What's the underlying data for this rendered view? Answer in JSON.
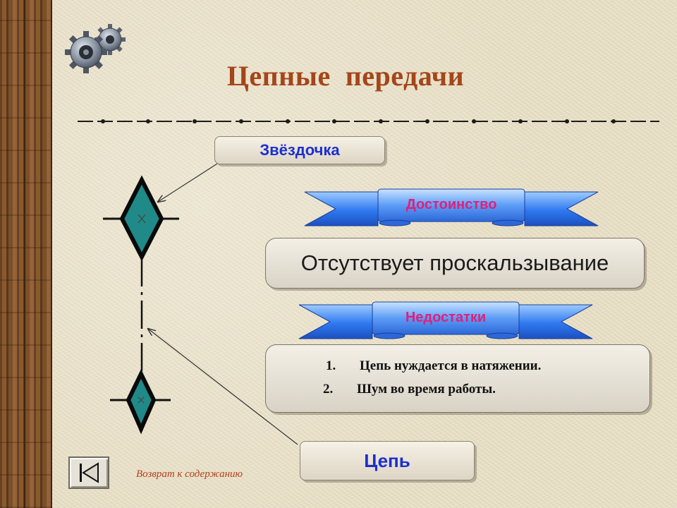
{
  "slide": {
    "title": "Цепные  передачи",
    "sprocket_label": "Звёздочка",
    "chain_label": "Цепь",
    "advantage_heading": "Достоинство",
    "advantage_text": "Отсутствует проскальзывание",
    "disadvantages_heading": "Недостатки",
    "disadvantages": [
      {
        "num": "1.",
        "text": "Цепь нуждается в натяжении."
      },
      {
        "num": "2.",
        "text": "Шум во время работы."
      }
    ],
    "back_link": "Возврат к содержанию"
  },
  "colors": {
    "title": "#a4461a",
    "label_text": "#1a2fd0",
    "ribbon_text": "#e0207a",
    "ribbon_blue": "#2f79f0",
    "sprocket_teal": "#1f8a88"
  },
  "icons": {
    "gears": "gears-icon",
    "nav_back": "skip-back-icon"
  }
}
